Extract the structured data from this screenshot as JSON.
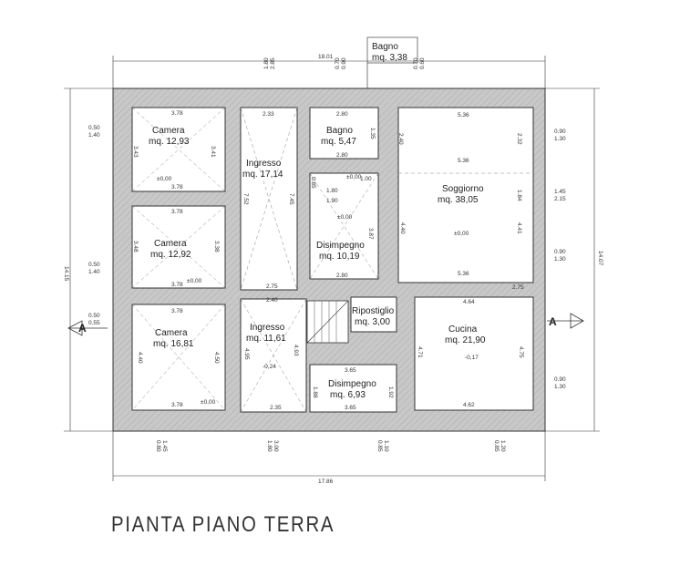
{
  "title": "PIANTA PIANO TERRA",
  "overall": {
    "width": "18.01",
    "width_bottom": "17.86",
    "height_left": "14.15",
    "height_right": "14.07"
  },
  "callout": {
    "name": "Bagno",
    "area": "mq. 3,38"
  },
  "section_marks": [
    "A",
    "A"
  ],
  "rooms": [
    {
      "id": "camera-1",
      "name": "Camera",
      "area": "mq. 12,93"
    },
    {
      "id": "ingresso-1",
      "name": "Ingresso",
      "area": "mq. 17,14"
    },
    {
      "id": "bagno",
      "name": "Bagno",
      "area": "mq. 5,47"
    },
    {
      "id": "soggiorno",
      "name": "Soggiorno",
      "area": "mq. 38,05"
    },
    {
      "id": "camera-2",
      "name": "Camera",
      "area": "mq. 12,92"
    },
    {
      "id": "disimpegno-1",
      "name": "Disimpegno",
      "area": "mq. 10,19"
    },
    {
      "id": "camera-3",
      "name": "Camera",
      "area": "mq. 16,81"
    },
    {
      "id": "ingresso-2",
      "name": "Ingresso",
      "area": "mq. 11,61"
    },
    {
      "id": "ripostiglio",
      "name": "Ripostiglio",
      "area": "mq. 3,00"
    },
    {
      "id": "cucina",
      "name": "Cucina",
      "area": "mq. 21,90"
    },
    {
      "id": "disimpegno-2",
      "name": "Disimpegno",
      "area": "mq. 6,93"
    }
  ],
  "levels": [
    "±0,00",
    "±0,00",
    "±0,00",
    "±0,00",
    "±0,00",
    "-0,24",
    "±0,00",
    "-0,17"
  ],
  "dims": [
    "3.78",
    "3.41",
    "3.43",
    "3.78",
    "2.33",
    "2.80",
    "1.35",
    "2.80",
    "5.36",
    "2.32",
    "2.40",
    "5.36",
    "7.52",
    "7.45",
    "1.80",
    "1.00",
    "1.90",
    "0.85",
    "3.78",
    "3.48",
    "3.38",
    "3.78",
    "3.87",
    "2.80",
    "4.40",
    "4.41",
    "1.84",
    "5.36",
    "2.40",
    "2.75",
    "3.78",
    "4.40",
    "4.50",
    "3.78",
    "4.93",
    "4.95",
    "2.35",
    "4.64",
    "4.71",
    "4.75",
    "3.65",
    "1.88",
    "1.92",
    "3.65",
    "4.62",
    "2.75"
  ],
  "side_dims_left": [
    "0.50",
    "1.40",
    "0.50",
    "1.40",
    "0.50",
    "0.55"
  ],
  "side_dims_right": [
    "0.90",
    "1.30",
    "1.45",
    "2.15",
    "0.90",
    "1.30",
    "0.90",
    "1.30"
  ],
  "top_dims": [
    "1.80",
    "2.85",
    "0.70",
    "0.90",
    "0.70",
    "0.60"
  ],
  "bottom_dims": [
    "0.80",
    "1.45",
    "1.80",
    "3.00",
    "0.85",
    "1.10",
    "0.85",
    "1.20"
  ]
}
